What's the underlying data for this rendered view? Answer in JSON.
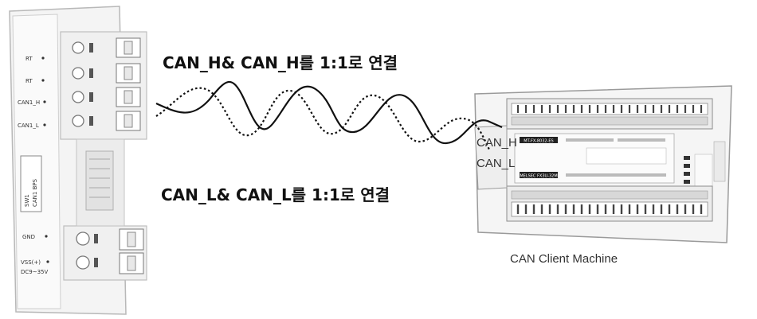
{
  "labels": {
    "top_connection": "CAN_H& CAN_H를 1:1로 연결",
    "bottom_connection": "CAN_L& CAN_L를 1:1로 연결",
    "client_caption": "CAN Client Machine",
    "wire_label_h": "CAN_H",
    "wire_label_l": "CAN_L"
  },
  "module": {
    "rt1": "RT",
    "rt2": "RT",
    "can1_h": "CAN1_H",
    "can1_l": "CAN1_L",
    "switch_line1": "SW1",
    "switch_line2": "CAN1 BPS",
    "gnd": "GND",
    "vss_line1": "VSS(+)",
    "vss_line2": "DC9~35V"
  },
  "plc": {
    "badge_upper": "MT-FX-8032-ES",
    "badge_lower": "MELSEC FX3U-32M"
  }
}
